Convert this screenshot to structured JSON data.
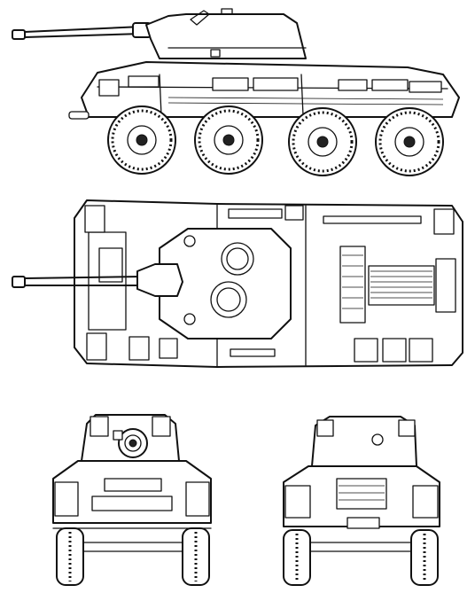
{
  "drawing": {
    "subject": "eight-wheeled-armoured-car",
    "views": [
      "side",
      "top",
      "front",
      "rear"
    ],
    "background": "#ffffff",
    "line_color": "#111111"
  }
}
